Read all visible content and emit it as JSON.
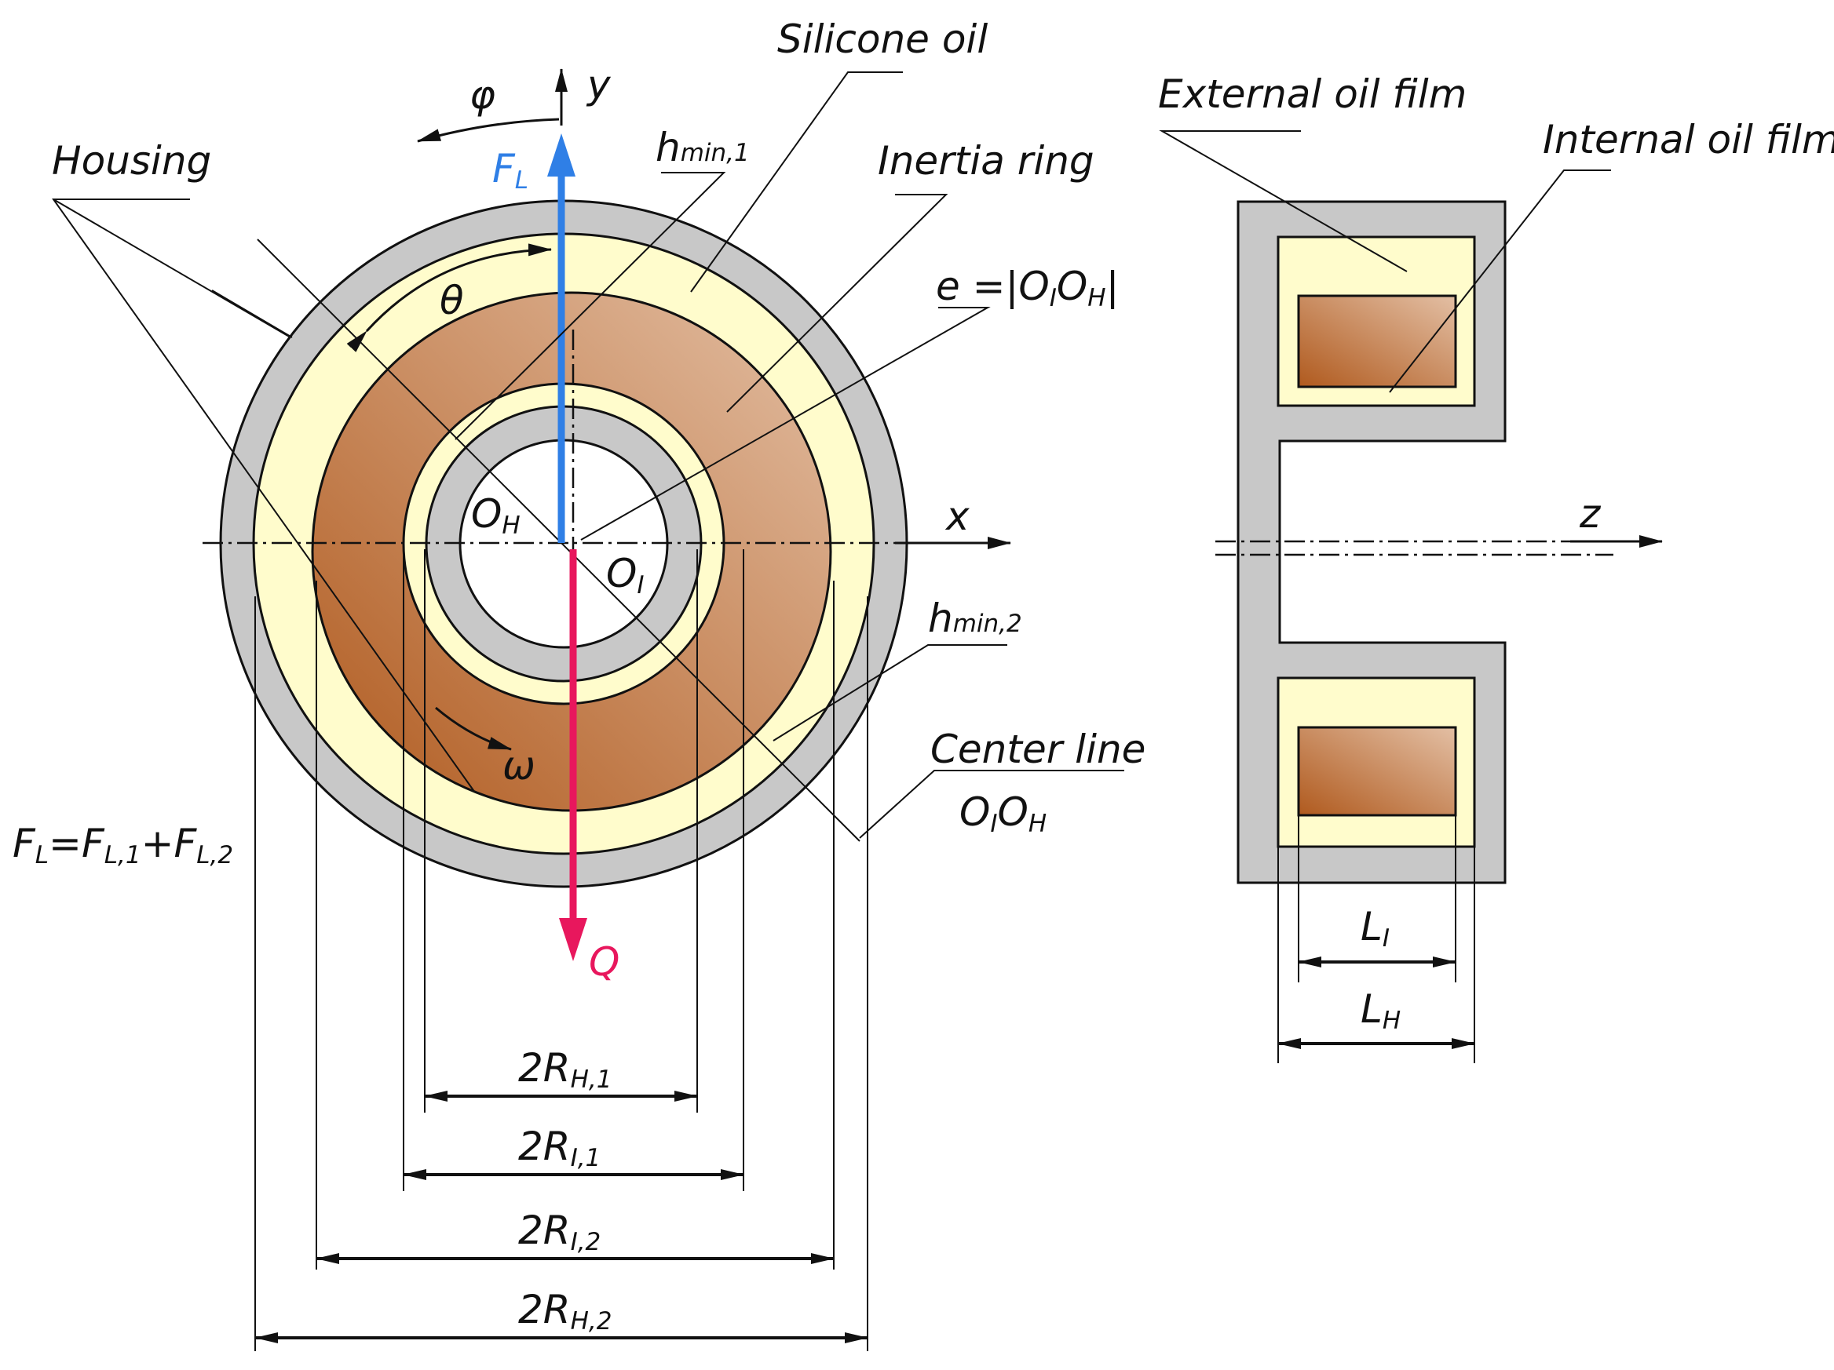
{
  "labels": {
    "silicone_oil": "Silicone oil",
    "housing": "Housing",
    "inertia_ring": "Inertia ring",
    "external_oil_film": "External oil film",
    "internal_oil_film": "Internal oil film",
    "center_line": "Center line",
    "center_line_name": "O",
    "center_line_name_sub1": "I",
    "center_line_name_mid": "O",
    "center_line_name_sub2": "H",
    "eccentricity_prefix": "e =|O",
    "eccentricity_sub1": "I",
    "eccentricity_mid": "O",
    "eccentricity_sub2": "H",
    "eccentricity_suffix": "|",
    "hmin1_main": "h",
    "hmin1_sub": "min,1",
    "hmin2_main": "h",
    "hmin2_sub": "min,2",
    "axis_x": "x",
    "axis_y": "y",
    "axis_z": "z",
    "phi": "φ",
    "theta": "θ",
    "omega": "ω",
    "fl_main": "F",
    "fl_sub": "L",
    "q": "Q",
    "oh_main": "O",
    "oh_sub": "H",
    "oi_main": "O",
    "oi_sub": "I",
    "force_eq_f1": "F",
    "force_eq_f1_sub": "L",
    "force_eq_eq": "=F",
    "force_eq_f2_sub": "L,1",
    "force_eq_plus": "+F",
    "force_eq_f3_sub": "L,2",
    "dim_rh1_main": "2R",
    "dim_rh1_sub": "H,1",
    "dim_ri1_main": "2R",
    "dim_ri1_sub": "I,1",
    "dim_ri2_main": "2R",
    "dim_ri2_sub": "I,2",
    "dim_rh2_main": "2R",
    "dim_rh2_sub": "H,2",
    "dim_li_main": "L",
    "dim_li_sub": "I",
    "dim_lh_main": "L",
    "dim_lh_sub": "H"
  },
  "colors": {
    "housing": "#c8c8c8",
    "oil": "#fffccc",
    "ring_dark": "#b05a1e",
    "ring_light": "#e3bfa4",
    "lift_force": "#2f7fe6",
    "weight_force": "#e8175d",
    "line": "#111111"
  }
}
